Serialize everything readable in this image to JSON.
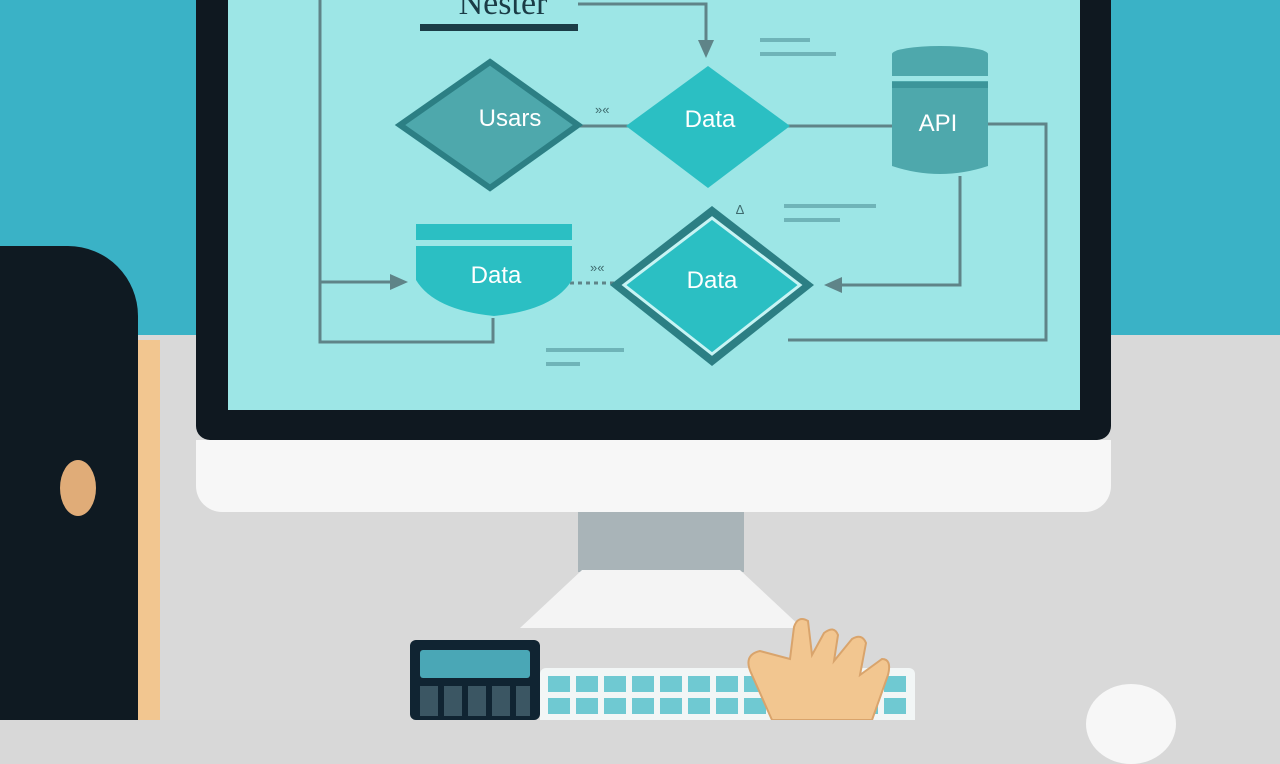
{
  "diagram": {
    "title": "Nester",
    "nodes": {
      "users": "Usars",
      "data_top": "Data",
      "api": "API",
      "data_bottom_left": "Data",
      "data_bottom_center": "Data"
    },
    "connector_marks": [
      "»«",
      "»«",
      "∆"
    ]
  },
  "colors": {
    "wall": "#3ab2c6",
    "screen": "#9de6e6",
    "node_fill": "#2bbfc3",
    "node_dark": "#2c7f84",
    "bezel": "#0f1820"
  },
  "icons": [
    "person-icon",
    "calculator-icon",
    "keyboard-icon",
    "hand-icon",
    "mouse-icon",
    "database-icon",
    "api-database-icon"
  ]
}
